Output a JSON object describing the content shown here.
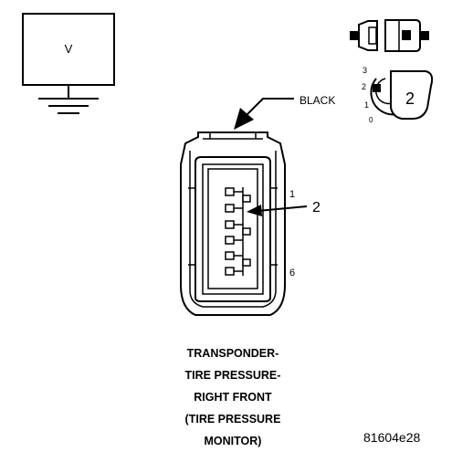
{
  "meter": {
    "label": "V"
  },
  "connector": {
    "color_label": "BLACK",
    "pin_first": "1",
    "pin_last": "6",
    "probe_pin": "2"
  },
  "legend": {
    "scale": [
      "3",
      "2",
      "1",
      "0"
    ],
    "value": "2"
  },
  "caption": {
    "lines": [
      "TRANSPONDER-",
      "TIRE PRESSURE-",
      "RIGHT FRONT",
      "(TIRE PRESSURE",
      "MONITOR)"
    ]
  },
  "figure_id": "81604e28"
}
